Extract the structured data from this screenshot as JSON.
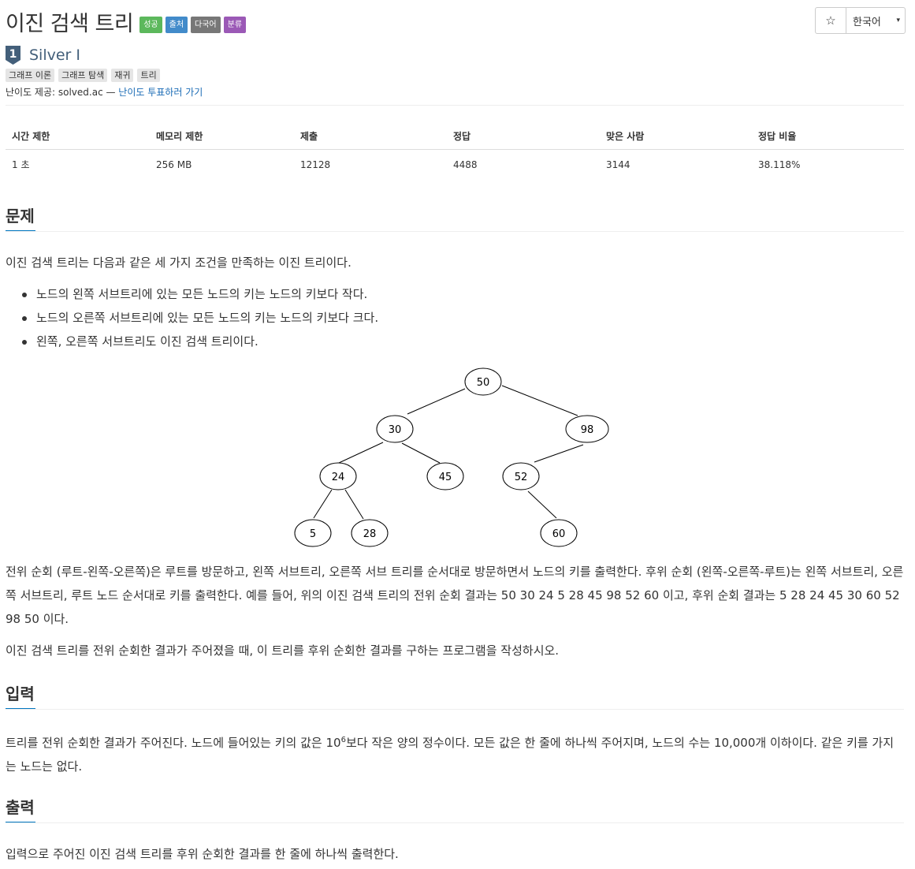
{
  "problem": {
    "title": "이진 검색 트리",
    "labels": [
      "성공",
      "출처",
      "다국어",
      "분류"
    ],
    "tier_number": "1",
    "tier": "Silver I",
    "tags": [
      "그래프 이론",
      "그래프 탐색",
      "재귀",
      "트리"
    ],
    "credit_prefix": "난이도 제공: solved.ac — ",
    "credit_link": "난이도 투표하러 가기"
  },
  "controls": {
    "star": "☆",
    "language": "한국어",
    "caret": "▾"
  },
  "stats": {
    "headers": [
      "시간 제한",
      "메모리 제한",
      "제출",
      "정답",
      "맞은 사람",
      "정답 비율"
    ],
    "values": [
      "1 초",
      "256 MB",
      "12128",
      "4488",
      "3144",
      "38.118%"
    ]
  },
  "sections": {
    "problem": {
      "title": "문제",
      "intro": "이진 검색 트리는 다음과 같은 세 가지 조건을 만족하는 이진 트리이다.",
      "bullets": [
        "노드의 왼쪽 서브트리에 있는 모든 노드의 키는 노드의 키보다 작다.",
        "노드의 오른쪽 서브트리에 있는 모든 노드의 키는 노드의 키보다 크다.",
        "왼쪽, 오른쪽 서브트리도 이진 검색 트리이다."
      ],
      "tree_nodes": [
        "50",
        "30",
        "98",
        "24",
        "45",
        "52",
        "5",
        "28",
        "60"
      ],
      "desc1": "전위 순회 (루트-왼쪽-오른쪽)은 루트를 방문하고, 왼쪽 서브트리, 오른쪽 서브 트리를 순서대로 방문하면서 노드의 키를 출력한다. 후위 순회 (왼쪽-오른쪽-루트)는 왼쪽 서브트리, 오른쪽 서브트리, 루트 노드 순서대로 키를 출력한다. 예를 들어, 위의 이진 검색 트리의 전위 순회 결과는 50 30 24 5 28 45 98 52 60 이고, 후위 순회 결과는 5 28 24 45 30 60 52 98 50 이다.",
      "desc2": "이진 검색 트리를 전위 순회한 결과가 주어졌을 때, 이 트리를 후위 순회한 결과를 구하는 프로그램을 작성하시오."
    },
    "input": {
      "title": "입력",
      "text_before": "트리를 전위 순회한 결과가 주어진다. 노드에 들어있는 키의 값은 10",
      "sup": "6",
      "text_after": "보다 작은 양의 정수이다. 모든 값은 한 줄에 하나씩 주어지며, 노드의 수는 10,000개 이하이다. 같은 키를 가지는 노드는 없다."
    },
    "output": {
      "title": "출력",
      "text": "입력으로 주어진 이진 검색 트리를 후위 순회한 결과를 한 줄에 하나씩 출력한다."
    }
  }
}
